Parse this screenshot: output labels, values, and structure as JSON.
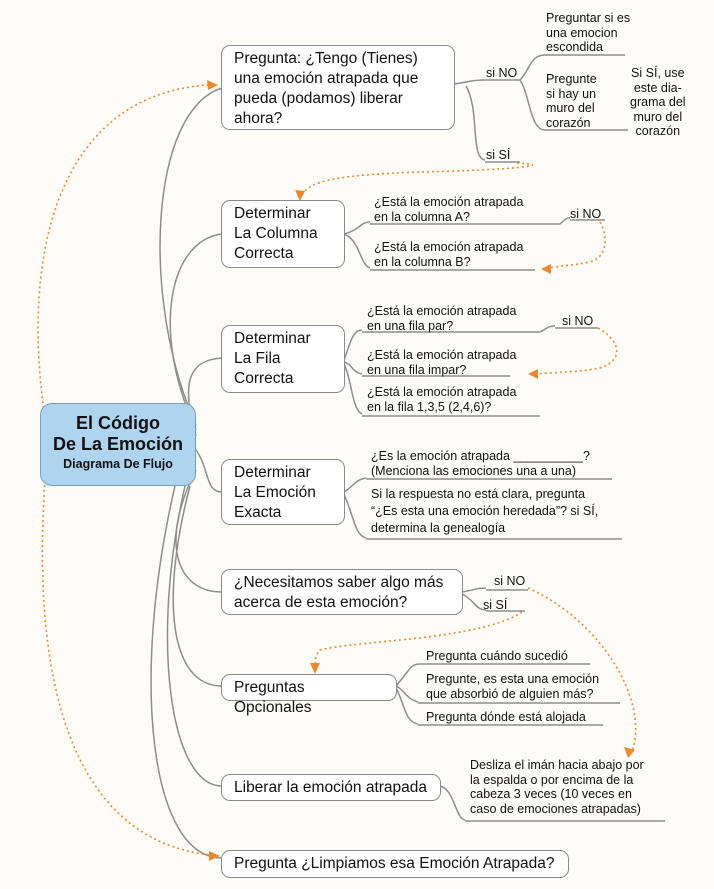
{
  "root": {
    "title_1": "El Código",
    "title_2": "De La Emoción",
    "subtitle": "Diagrama De Flujo"
  },
  "q1": {
    "lines": [
      "Pregunta: ¿Tengo (Tienes)",
      "una emoción atrapada que",
      "pueda (podamos) liberar",
      "ahora?"
    ],
    "si_no": "si NO",
    "si_si": "si SÍ",
    "no_opt1": [
      "Preguntar si es",
      "una emocion",
      "escondida"
    ],
    "no_opt2": [
      "Pregunte",
      "si hay un",
      "muro del",
      "corazón"
    ],
    "wall_note": [
      "Si SÍ, use",
      "este dia-",
      "grama del",
      "muro del",
      "corazón"
    ]
  },
  "column": {
    "lines": [
      "Determinar",
      "La Columna",
      "Correcta"
    ],
    "opt_a": [
      "¿Está la emoción atrapada",
      "en la columna A?"
    ],
    "opt_b": [
      "¿Está la emoción atrapada",
      "en la columna B?"
    ],
    "si_no": "si NO"
  },
  "row": {
    "lines": [
      "Determinar",
      "La Fila",
      "Correcta"
    ],
    "opt_par": [
      "¿Está la emoción atrapada",
      "en una fila par?"
    ],
    "opt_impar": [
      "¿Está la emoción atrapada",
      "en una fila impar?"
    ],
    "opt_135": [
      "¿Está la emoción atrapada",
      "en la fila 1,3,5 (2,4,6)?"
    ],
    "si_no": "si NO"
  },
  "emotion": {
    "lines": [
      "Determinar",
      "La Emoción",
      "Exacta"
    ],
    "opt1": [
      "¿Es la emoción atrapada __________?",
      "(Menciona las emociones una a una)"
    ],
    "opt2": [
      "Si la respuesta no está clara, pregunta",
      "“¿Es esta una emoción heredada”? si SÍ,",
      "determina la genealogía"
    ]
  },
  "more": {
    "lines": [
      "¿Necesitamos saber algo más",
      "acerca de esta emoción?"
    ],
    "si_no": "si NO",
    "si_si": "si SÍ"
  },
  "optional": {
    "label": "Preguntas Opcionales",
    "opt1": "Pregunta cuándo sucedió",
    "opt2": [
      "Pregunte, es esta una emoción",
      "que absorbió de alguien más?"
    ],
    "opt3": "Pregunta dónde está alojada"
  },
  "release": {
    "label": "Liberar la emoción atrapada",
    "note": [
      "Desliza el imán hacia abajo por",
      "la espalda o por encima de la",
      "cabeza 3 veces (10 veces en",
      "caso de emociones atrapadas)"
    ]
  },
  "clear": {
    "label": "Pregunta ¿Limpiamos esa Emoción Atrapada?"
  },
  "colors": {
    "line": "#8d8d8d",
    "accent": "#e88a2e",
    "root_fill": "#aed4f0"
  }
}
